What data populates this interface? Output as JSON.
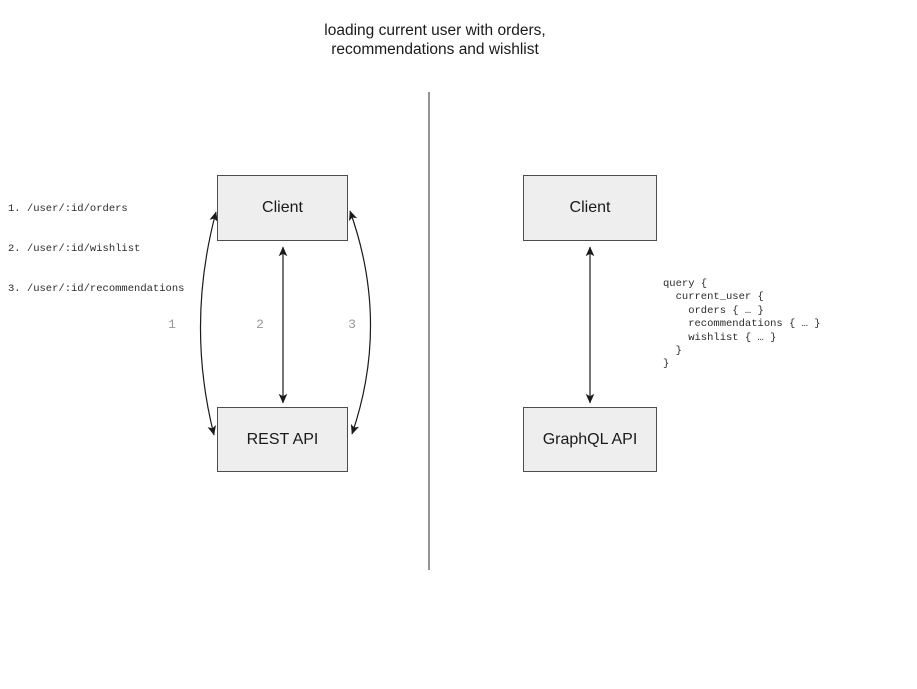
{
  "title": "loading current user with orders,\nrecommendations and wishlist",
  "rest_panel": {
    "client_label": "Client",
    "api_label": "REST API",
    "endpoints": [
      "1. /user/:id/orders",
      "2. /user/:id/wishlist",
      "3. /user/:id/recommendations"
    ],
    "arrow_labels": [
      "1",
      "2",
      "3"
    ]
  },
  "graphql_panel": {
    "client_label": "Client",
    "api_label": "GraphQL API",
    "query_lines": [
      "query {",
      "  current_user {",
      "    orders { … }",
      "    recommendations { … }",
      "    wishlist { … }",
      "  }",
      "}"
    ]
  },
  "colors": {
    "box_fill": "#eeeeee",
    "box_border": "#4d4d4d",
    "arrow": "#1a1a1a",
    "divider": "#666666",
    "arrow_label": "#999999"
  }
}
